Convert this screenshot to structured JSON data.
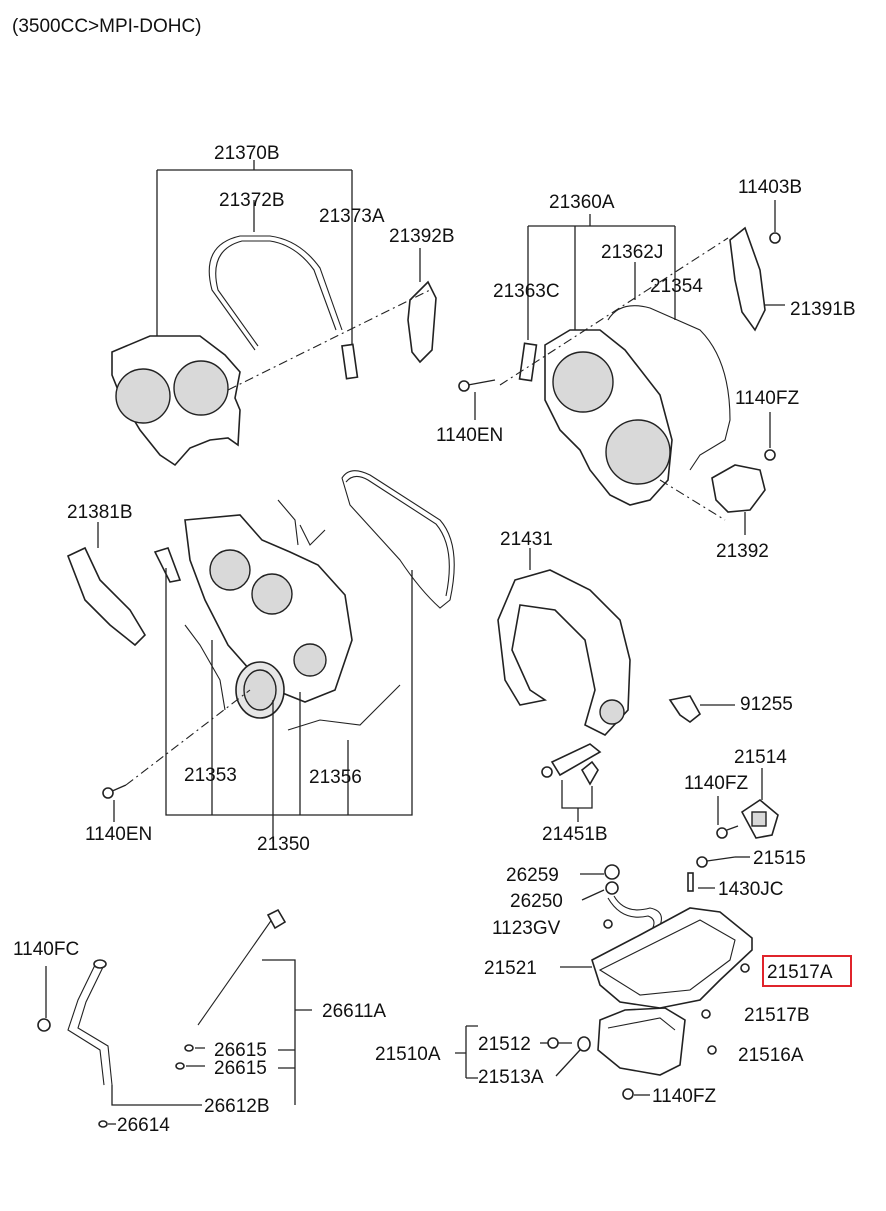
{
  "header": {
    "engine_spec": "(3500CC>MPI-DOHC)"
  },
  "highlight_color": "#e0242b",
  "labels": {
    "l21370B": "21370B",
    "l21372B": "21372B",
    "l21373A": "21373A",
    "l21392B": "21392B",
    "l21360A": "21360A",
    "l11403B": "11403B",
    "l21362J": "21362J",
    "l21363C": "21363C",
    "l21354": "21354",
    "l21391B": "21391B",
    "l1140FZ_a": "1140FZ",
    "l1140EN_a": "1140EN",
    "l21392": "21392",
    "l21381B": "21381B",
    "l21431": "21431",
    "l91255": "91255",
    "l21514": "21514",
    "l1140FZ_b": "1140FZ",
    "l21353": "21353",
    "l21356": "21356",
    "l1140EN_b": "1140EN",
    "l21350": "21350",
    "l21451B": "21451B",
    "l21515": "21515",
    "l26259": "26259",
    "l1430JC": "1430JC",
    "l26250": "26250",
    "l1123GV": "1123GV",
    "l21521": "21521",
    "l21517A": "21517A",
    "l1140FC": "1140FC",
    "l26611A": "26611A",
    "l21517B": "21517B",
    "l21512": "21512",
    "l21510A": "21510A",
    "l21516A": "21516A",
    "l26615_a": "26615",
    "l26615_b": "26615",
    "l21513A": "21513A",
    "l26612B": "26612B",
    "l1140FZ_c": "1140FZ",
    "l26614": "26614"
  }
}
